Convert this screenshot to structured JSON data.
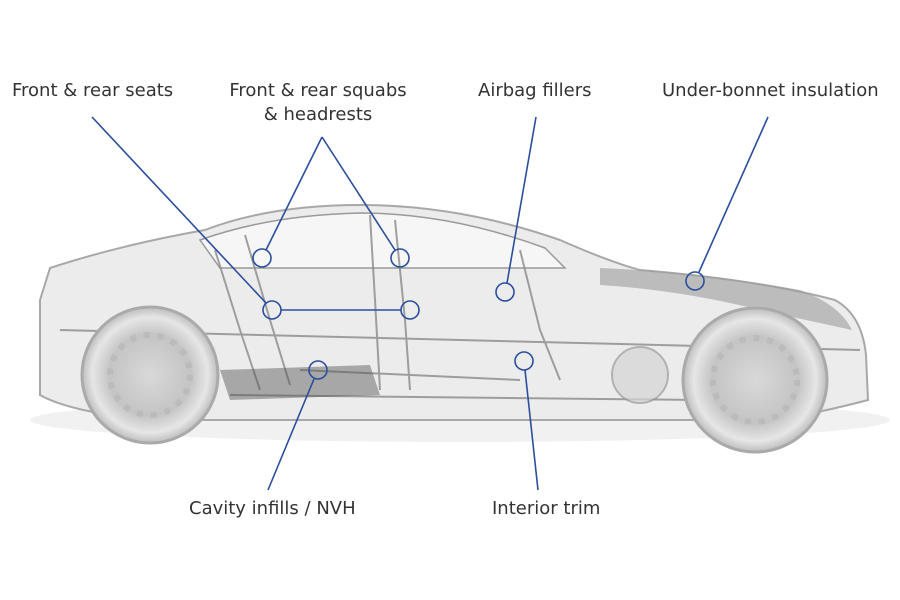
{
  "labels": {
    "front_rear_seats": "Front & rear seats",
    "squabs_line1": "Front & rear squabs",
    "squabs_line2": "& headrests",
    "airbag_fillers": "Airbag fillers",
    "under_bonnet": "Under-bonnet insulation",
    "cavity_infills": "Cavity infills / NVH",
    "interior_trim": "Interior trim"
  },
  "colors": {
    "callout": "#2b4f9c",
    "text": "#333333"
  }
}
